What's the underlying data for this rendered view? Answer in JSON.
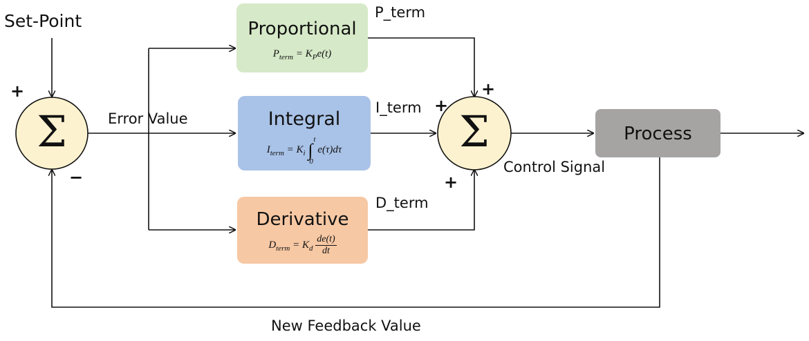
{
  "inputs": {
    "set_point": "Set-Point",
    "error_value": "Error Value",
    "new_feedback_value": "New Feedback Value",
    "control_signal": "Control Signal"
  },
  "summers": {
    "left_symbol": "Σ",
    "right_symbol": "Σ",
    "left_plus": "+",
    "left_minus": "−",
    "right_plus_top": "+",
    "right_plus_left": "+",
    "right_plus_bottom": "+"
  },
  "blocks": {
    "proportional": {
      "title": "Proportional",
      "color": "#d6e9c8"
    },
    "integral": {
      "title": "Integral",
      "color": "#a9c2e7"
    },
    "derivative": {
      "title": "Derivative",
      "color": "#f7c8a4"
    },
    "process": {
      "title": "Process",
      "color": "#a6a3a3"
    }
  },
  "terms": {
    "p_term": "P_term",
    "i_term": "I_term",
    "d_term": "D_term"
  },
  "formulas": {
    "p": {
      "lhs": "P",
      "lhs_sub": "term",
      "eq": "= K",
      "k_sub": "P",
      "rhs": "e(t)"
    },
    "i": {
      "lhs": "I",
      "lhs_sub": "term",
      "eq": "= K",
      "k_sub": "i",
      "upper": "t",
      "lower": "0",
      "rhs": "e(τ)dτ"
    },
    "d": {
      "lhs": "D",
      "lhs_sub": "term",
      "eq": "= K",
      "k_sub": "d",
      "num": "de(t)",
      "den": "dt"
    }
  },
  "colors": {
    "summer_fill": "#fdf2cf",
    "line": "#111111"
  }
}
